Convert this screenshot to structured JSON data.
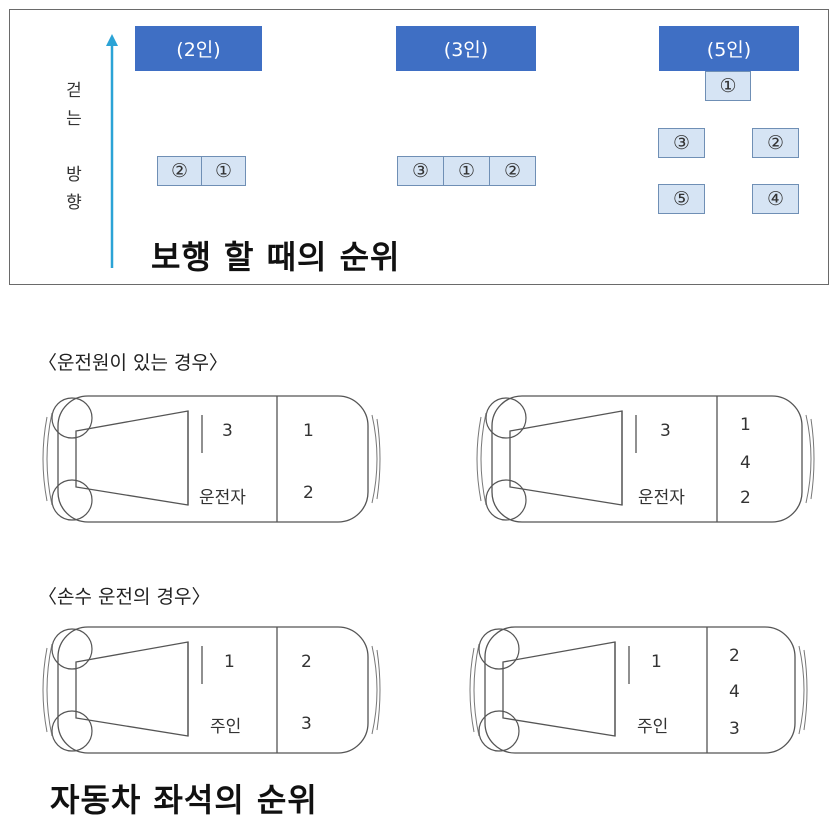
{
  "walking": {
    "axis_labels": [
      "걷",
      "는",
      "방",
      "향"
    ],
    "title": "보행 할 때의 순위",
    "groups": [
      {
        "header": "(2인)",
        "row": [
          "②",
          "①"
        ]
      },
      {
        "header": "(3인)",
        "row": [
          "③",
          "①",
          "②"
        ]
      },
      {
        "header": "(5인)",
        "front": "①",
        "mid": [
          "③",
          "②"
        ],
        "back": [
          "⑤",
          "④"
        ]
      }
    ]
  },
  "car": {
    "title": "자동차 좌석의 순위",
    "with_driver": {
      "heading": "〈운전원이 있는 경우〉",
      "car_a": {
        "front_top": "3",
        "front_bottom": "운전자",
        "rear_top": "1",
        "rear_bottom": "2"
      },
      "car_b": {
        "front_top": "3",
        "front_bottom": "운전자",
        "rear_top": "1",
        "rear_mid": "4",
        "rear_bottom": "2"
      }
    },
    "self_driving": {
      "heading": "〈손수 운전의 경우〉",
      "car_a": {
        "front_top": "1",
        "front_bottom": "주인",
        "rear_top": "2",
        "rear_bottom": "3"
      },
      "car_b": {
        "front_top": "1",
        "front_bottom": "주인",
        "rear_top": "2",
        "rear_mid": "4",
        "rear_bottom": "3"
      }
    }
  },
  "colors": {
    "header_blue": "#3f6fc4",
    "box_fill": "#d6e4f4",
    "arrow": "#2ba3d6"
  }
}
